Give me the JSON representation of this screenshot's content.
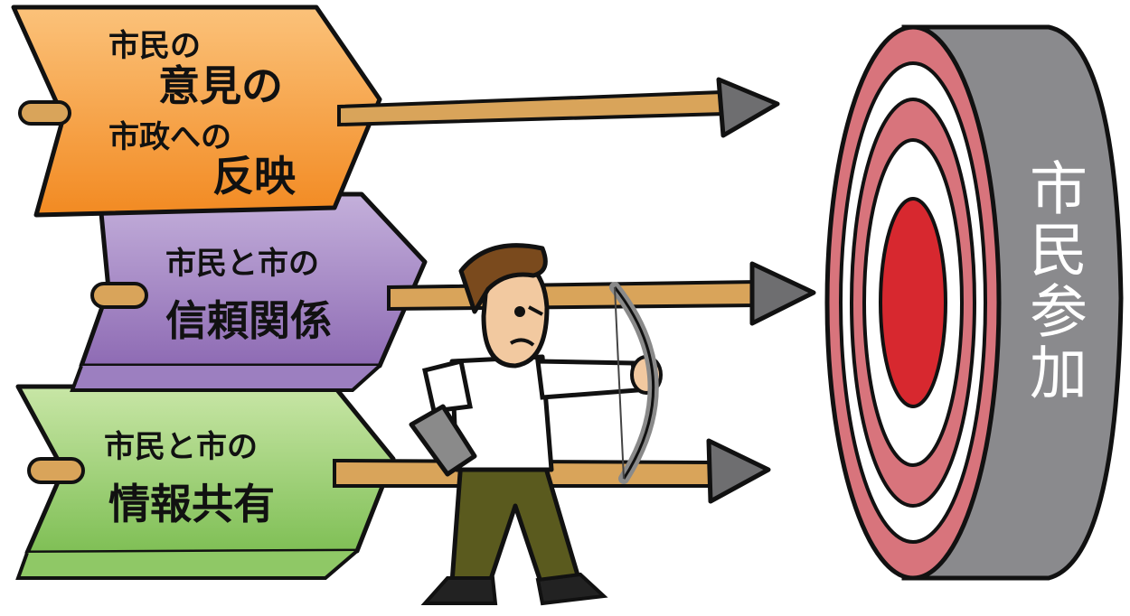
{
  "arrows": [
    {
      "id": "orange",
      "lines": [
        "市民の",
        "意見の",
        "市政への",
        "反映"
      ],
      "color": "#f7a24a"
    },
    {
      "id": "purple",
      "lines": [
        "市民と市の",
        "信頼関係"
      ],
      "color": "#a98bc6"
    },
    {
      "id": "green",
      "lines": [
        "市民と市の",
        "情報共有"
      ],
      "color": "#9fcf78"
    }
  ],
  "target": {
    "label": "市民参加",
    "rim_color": "#8a8a8d",
    "ring_color": "#d8747c",
    "bull_color": "#d7282f"
  },
  "archer": {
    "shirt": "#ffffff",
    "pants": "#5a5a1e",
    "hair": "#7a4a1d",
    "bow": "#8a8a8a"
  }
}
